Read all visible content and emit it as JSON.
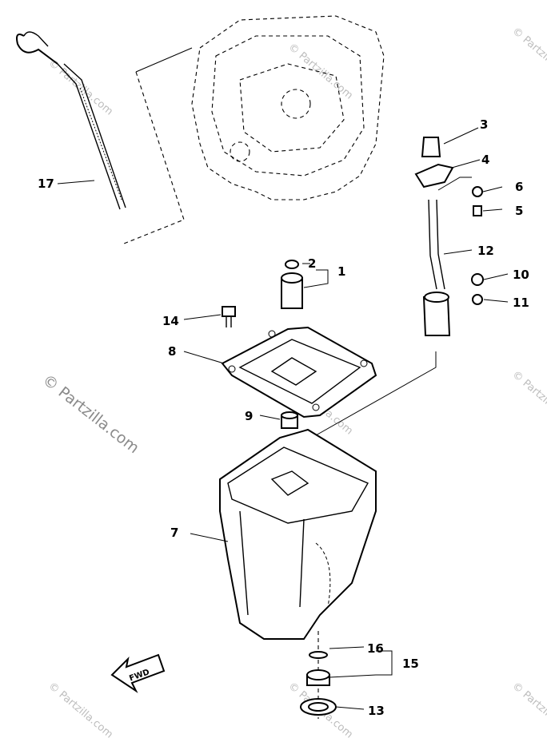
{
  "callouts": {
    "c1": "1",
    "c2": "2",
    "c3": "3",
    "c4": "4",
    "c5": "5",
    "c6": "6",
    "c7": "7",
    "c8": "8",
    "c9": "9",
    "c10": "10",
    "c11": "11",
    "c12": "12",
    "c13": "13",
    "c14": "14",
    "c15": "15",
    "c16": "16",
    "c17": "17"
  },
  "fwd_label": "FWD",
  "watermark": {
    "main": "© Partzilla.com",
    "small": "© Partzilla.com"
  }
}
